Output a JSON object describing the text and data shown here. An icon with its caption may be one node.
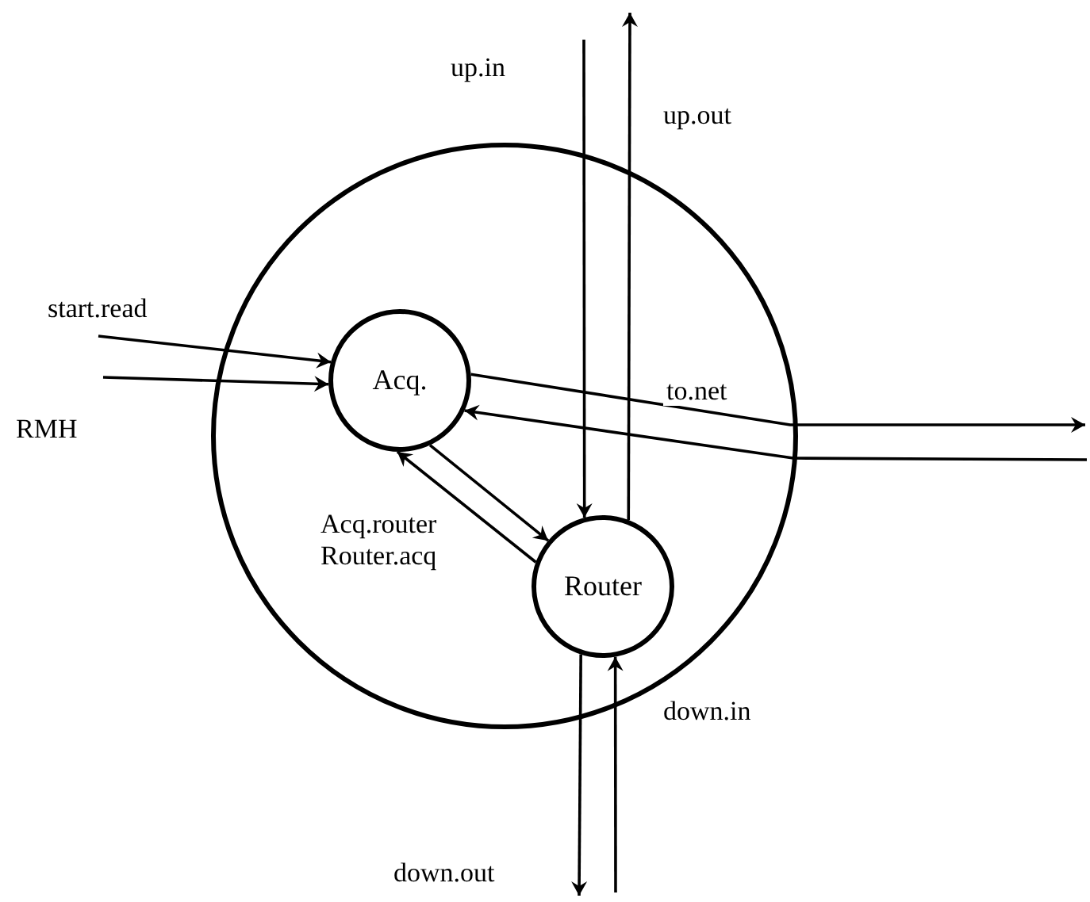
{
  "diagram": {
    "nodes": [
      {
        "text": [],
        "shape": "circle"
      },
      {
        "text": [
          "Acq."
        ],
        "in": 0
      },
      {
        "text": [
          "Router"
        ],
        "in": 0
      }
    ],
    "edges": [
      {
        "from": null,
        "to": 1,
        "arrow": "to",
        "label": "start.read"
      },
      {
        "from": null,
        "to": 1,
        "arrow": "to",
        "label": "RMH"
      },
      {
        "from": 1,
        "to": null,
        "arrow": "to",
        "label": "to.net"
      },
      {
        "from": null,
        "to": 1,
        "arrow": "to"
      },
      {
        "from": 1,
        "to": 2,
        "arrow": "to",
        "label": "Acq.router"
      },
      {
        "from": 2,
        "to": 1,
        "arrow": "to",
        "label": "Router.acq"
      },
      {
        "from": null,
        "to": 2,
        "arrow": "to",
        "label": "up.in"
      },
      {
        "from": 2,
        "to": null,
        "arrow": "to",
        "label": "up.out"
      },
      {
        "from": 2,
        "to": null,
        "arrow": "to",
        "label": "down.out"
      },
      {
        "from": null,
        "to": 2,
        "arrow": "to",
        "label": "down.in"
      }
    ]
  }
}
